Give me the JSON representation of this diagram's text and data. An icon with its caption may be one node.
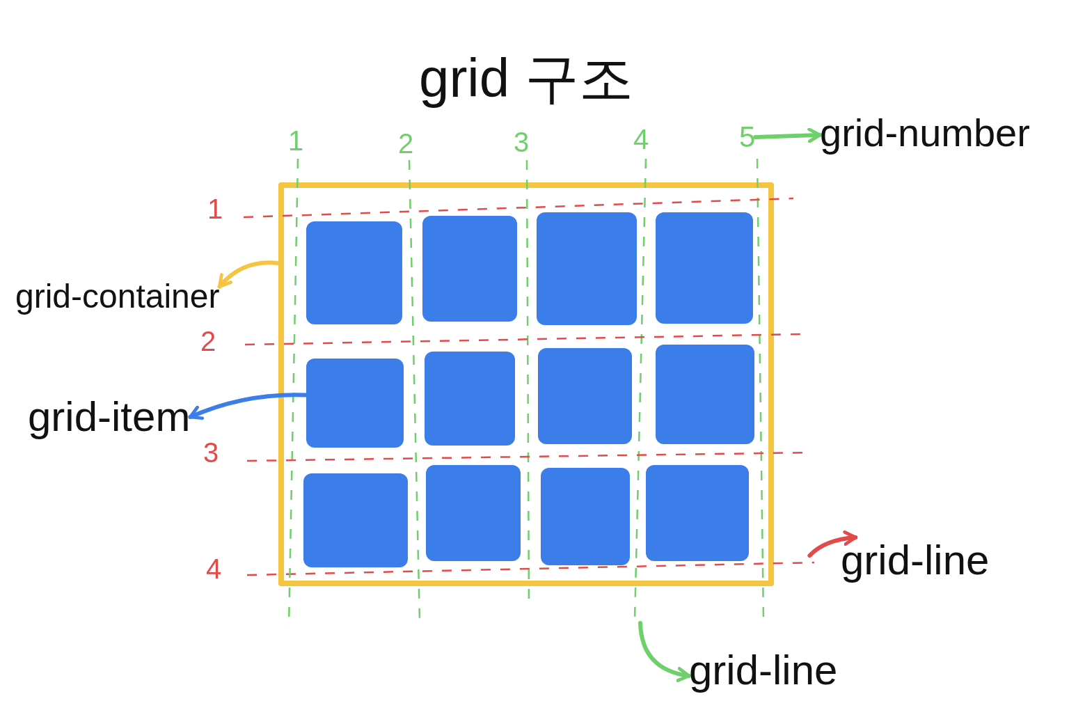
{
  "diagram": {
    "title": "grid 구조",
    "nodes": [
      {
        "text": [],
        "shape": "box"
      },
      {
        "text": [],
        "shape": "box",
        "in": 0
      },
      {
        "text": [],
        "shape": "box",
        "in": 0
      },
      {
        "text": [],
        "shape": "box",
        "in": 0
      },
      {
        "text": [],
        "shape": "box",
        "in": 0
      },
      {
        "text": [],
        "shape": "box",
        "in": 0
      },
      {
        "text": [],
        "shape": "box",
        "in": 0
      },
      {
        "text": [],
        "shape": "box",
        "in": 0
      },
      {
        "text": [],
        "shape": "box",
        "in": 0
      },
      {
        "text": [],
        "shape": "box",
        "in": 0
      },
      {
        "text": [],
        "shape": "box",
        "in": 0
      },
      {
        "text": [],
        "shape": "box",
        "in": 0
      },
      {
        "text": [],
        "shape": "box",
        "in": 0
      },
      {
        "text": [
          "5"
        ]
      },
      {
        "text": [
          "grid-number"
        ]
      },
      {
        "text": [
          "grid-container"
        ]
      },
      {
        "text": [
          "grid-item"
        ]
      },
      {
        "text": [],
        "shape": "line"
      },
      {
        "text": [
          "grid-line"
        ]
      },
      {
        "text": [],
        "shape": "line"
      },
      {
        "text": [
          "grid-line"
        ]
      }
    ],
    "edges": [
      {
        "from": 0,
        "to": 15,
        "arrow": "to",
        "color": "#f5c542"
      },
      {
        "from": 5,
        "to": 16,
        "arrow": "to",
        "color": "#3b7de9"
      },
      {
        "from": 13,
        "to": 14,
        "arrow": "to",
        "color": "#6fcf6a"
      },
      {
        "from": 17,
        "to": 18,
        "arrow": "to",
        "color": "#e34a4a"
      },
      {
        "from": 19,
        "to": 20,
        "arrow": "to",
        "color": "#6fcf6a"
      }
    ],
    "labels": [
      "1",
      "2",
      "3",
      "4",
      "1",
      "2",
      "3",
      "4"
    ]
  }
}
